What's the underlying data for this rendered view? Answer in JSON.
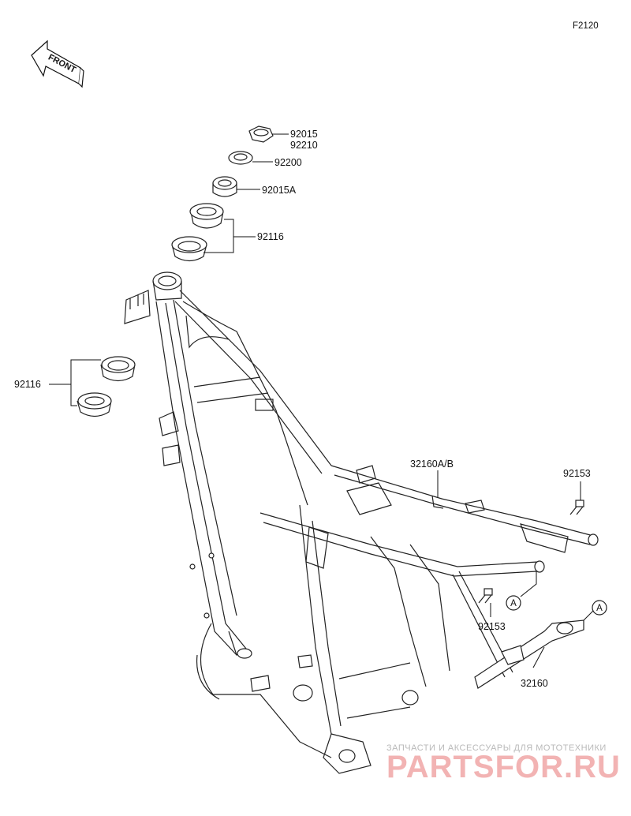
{
  "figure_code": "F2120",
  "front_label": "FRONT",
  "parts": {
    "p92015": "92015",
    "p92210": "92210",
    "p92200": "92200",
    "p92015A": "92015A",
    "p92116_top": "92116",
    "p92116_left": "92116",
    "p32160AB": "32160A/B",
    "p92153_right": "92153",
    "p92153_lower": "92153",
    "p32160": "32160"
  },
  "callouts": {
    "a_frame": "A",
    "a_stand": "A"
  },
  "watermark": {
    "tagline": "ЗАПЧАСТИ И АКСЕССУАРЫ ДЛЯ МОТОТЕХНИКИ",
    "brand": "PARTSFOR.RU"
  }
}
